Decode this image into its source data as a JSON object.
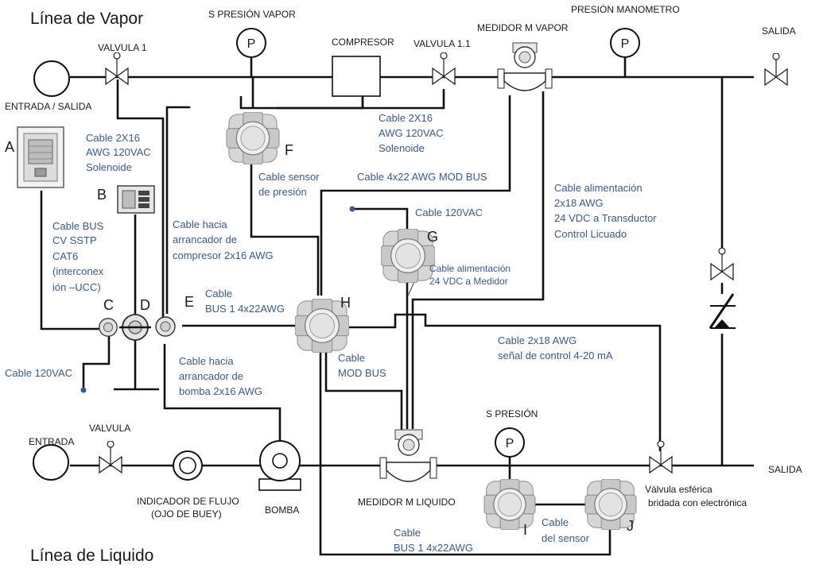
{
  "titles": {
    "vapor": "Línea de Vapor",
    "liquido": "Línea de Liquido"
  },
  "labels": {
    "s_presion_vapor": "S PRESIÓN VAPOR",
    "compresor": "COMPRESOR",
    "medidor_vapor": "MEDIDOR M VAPOR",
    "presion_manometro": "PRESIÓN MANOMETRO",
    "salida_top": "SALIDA",
    "valvula_1": "VALVULA 1",
    "valvula_1_1": "VALVULA 1.1",
    "entrada_salida": "ENTRADA / SALIDA",
    "s_presion": "S PRESIÓN",
    "entrada": "ENTRADA",
    "valvula": "VALVULA",
    "salida_bottom": "SALIDA",
    "indicador_1": "INDICADOR DE FLUJO",
    "indicador_2": "(OJO DE BUEY)",
    "bomba": "BOMBA",
    "medidor_liquido": "MEDIDOR M LIQUIDO",
    "valvula_esferica_1": "Válvula esférica",
    "valvula_esferica_2": "bridada con electrónica",
    "p_symbol": "P"
  },
  "letters": {
    "a": "A",
    "b": "B",
    "c": "C",
    "d": "D",
    "e": "E",
    "f": "F",
    "g": "G",
    "h": "H",
    "i": "I",
    "j": "J"
  },
  "cables": {
    "solenoide_left": [
      "Cable 2X16",
      "AWG 120VAC",
      "Solenoide"
    ],
    "solenoide_mid": [
      "Cable 2X16",
      "AWG 120VAC",
      "Solenoide"
    ],
    "bus_cv": [
      "Cable BUS",
      "CV  SSTP",
      "CAT6",
      "(interconex",
      "ión –UCC)"
    ],
    "sensor_presion": [
      "Cable sensor",
      "de presión"
    ],
    "mod_bus_top": "Cable 4x22 AWG MOD BUS",
    "alimentacion_transductor": [
      "Cable alimentación",
      "2x18 AWG",
      "24 VDC a Transductor",
      "Control  Licuado"
    ],
    "c120_mid": "Cable 120VAC",
    "arrancador_compresor": [
      "Cable hacia",
      "arrancador de",
      "compresor  2x16 AWG"
    ],
    "alimentacion_medidor": [
      "Cable alimentación",
      "24 VDC a Medidor"
    ],
    "bus_1": [
      "Cable",
      "BUS 1 4x22AWG"
    ],
    "control_420": [
      "Cable 2x18 AWG",
      "señal de control 4-20 mA"
    ],
    "c120_left": "Cable 120VAC",
    "arrancador_bomba": [
      "Cable hacia",
      "arrancador de",
      "bomba  2x16 AWG"
    ],
    "mod_bus_h": [
      "Cable",
      "MOD BUS"
    ],
    "del_sensor": [
      "Cable",
      "del sensor"
    ],
    "bus_1_bottom": [
      "Cable",
      "BUS 1 4x22AWG"
    ]
  }
}
